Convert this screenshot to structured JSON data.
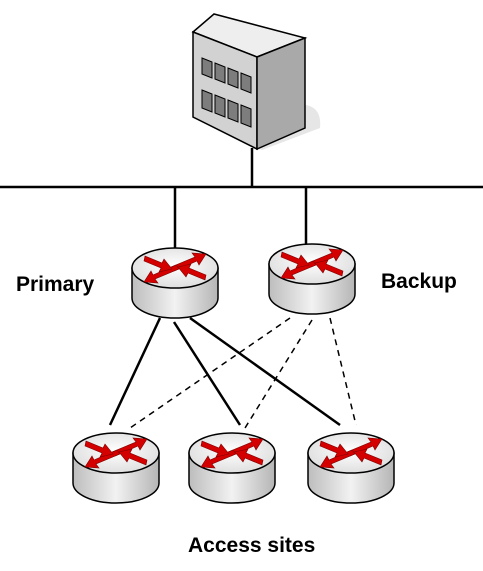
{
  "labels": {
    "primary": "Primary",
    "backup": "Backup",
    "access_sites": "Access sites"
  },
  "icons": {
    "server": "server-building-icon",
    "router": "router-icon"
  },
  "colors": {
    "line": "#000000",
    "arrow": "#d40000",
    "router_top": "#ffffff",
    "router_side": "#d9d9d9",
    "server_front": "#d4d4d4",
    "server_side": "#b0b0b0",
    "server_top": "#eeeeee",
    "shadow": "#e6e6e6"
  },
  "links": {
    "primary": "solid",
    "backup": "dashed"
  }
}
